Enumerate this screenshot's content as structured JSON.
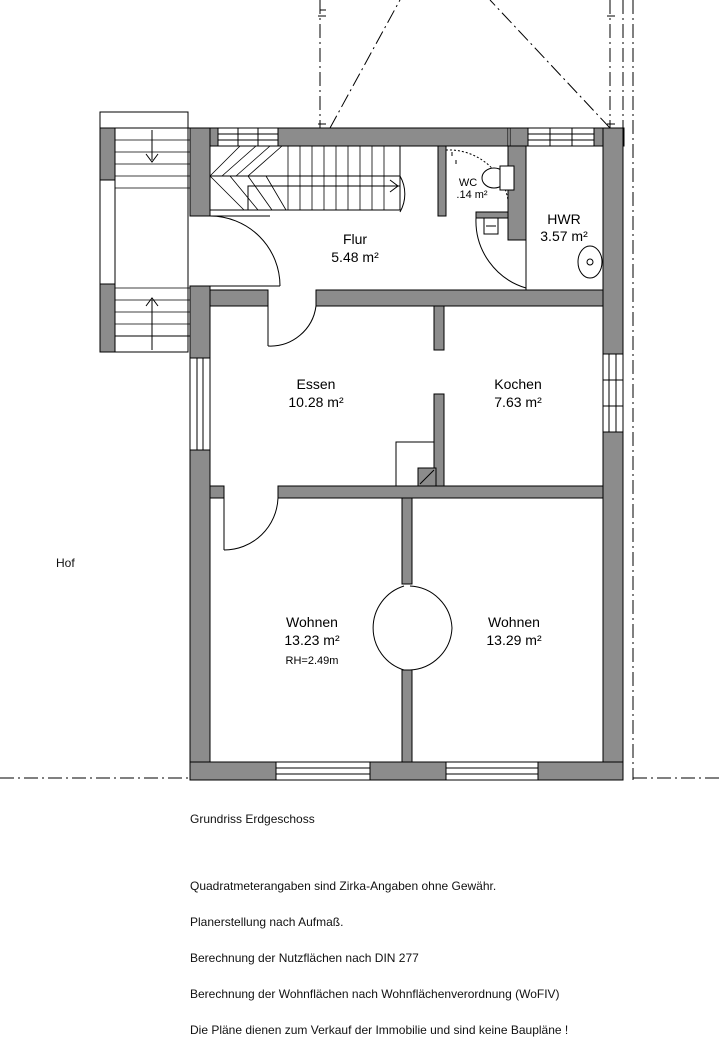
{
  "site_label": "Hof",
  "plan_title": "Grundriss Erdgeschoss",
  "notes": [
    "Quadratmeterangaben sind Zirka-Angaben ohne Gewähr.",
    "Planerstellung nach Aufmaß.",
    "Berechnung der Nutzflächen nach DIN 277",
    "Berechnung der Wohnflächen nach Wohnflächenverordnung (WoFIV)",
    "Die Pläne dienen zum Verkauf der Immobilie und sind keine Baupläne !"
  ],
  "rooms": {
    "flur": {
      "name": "Flur",
      "area": "5.48 m²"
    },
    "wc": {
      "name": "WC",
      "area": ".14 m²"
    },
    "hwr": {
      "name": "HWR",
      "area": "3.57 m²"
    },
    "essen": {
      "name": "Essen",
      "area": "10.28 m²"
    },
    "kochen": {
      "name": "Kochen",
      "area": "7.63 m²"
    },
    "wohnen_left": {
      "name": "Wohnen",
      "area": "13.23 m²",
      "note": "RH=2.49m"
    },
    "wohnen_right": {
      "name": "Wohnen",
      "area": "13.29 m²"
    }
  },
  "colors": {
    "wall": "#8c8c8c",
    "line": "#000000"
  }
}
